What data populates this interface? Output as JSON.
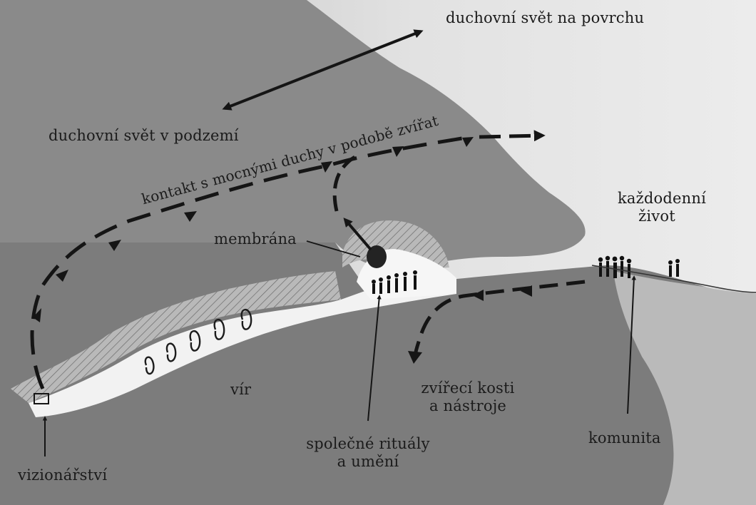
{
  "labels": {
    "surface_spirit": "duchovní svět na povrchu",
    "underground_spirit": "duchovní svět v podzemí",
    "contact": "kontakt s mocnými duchy v podobě zvířat",
    "membrane": "membrána",
    "daily_life_1": "každodenní",
    "daily_life_2": "život",
    "vortex": "vír",
    "bones_1": "zvířecí kosti",
    "bones_2": "a nástroje",
    "community": "komunita",
    "rituals_1": "společné rituály",
    "rituals_2": "a umění",
    "visions": "vizionářství"
  },
  "colors": {
    "rock": "#7f7f7f",
    "rock_dark": "#6e6e6e",
    "sky": "#e4e4e4",
    "cave_light": "#f4f4f4",
    "ink": "#151515"
  }
}
